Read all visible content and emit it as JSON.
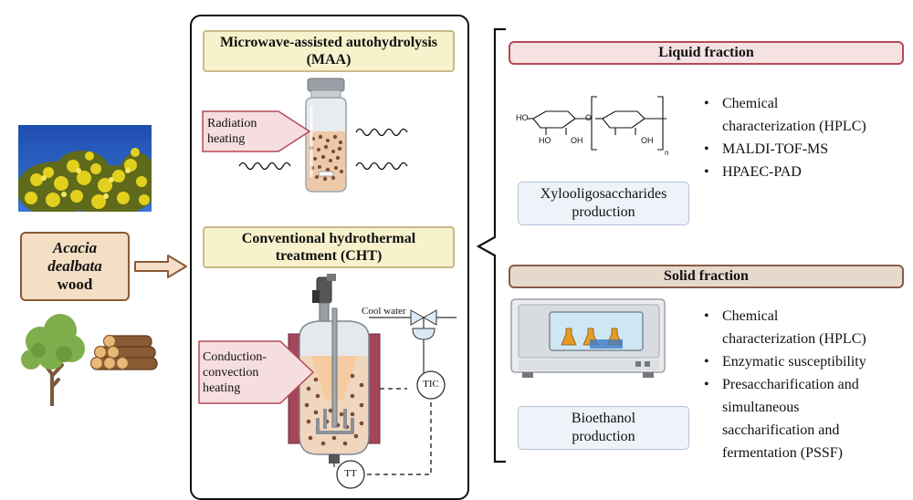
{
  "source": {
    "name_line1": "Acacia",
    "name_line2": "dealbata",
    "name_line3": "wood"
  },
  "pretreatments": {
    "maa": {
      "title_line1": "Microwave-assisted autohydrolysis",
      "title_line2": "(MAA)",
      "heating_line1": "Radiation",
      "heating_line2": "heating"
    },
    "cht": {
      "title_line1": "Conventional hydrothermal",
      "title_line2": "treatment (CHT)",
      "heating_line1": "Conduction-",
      "heating_line2": "convection",
      "heating_line3": "heating",
      "cool_water": "Cool water",
      "tic": "TIC",
      "tt": "TT"
    }
  },
  "liquid_fraction": {
    "header": "Liquid fraction",
    "structure_labels": {
      "ho1": "HO",
      "ho2": "HO",
      "oh1": "OH",
      "oh2": "OH",
      "o": "O",
      "n": "n"
    },
    "product_line1": "Xylooligosaccharides",
    "product_line2": "production",
    "analyses": [
      {
        "line1": "Chemical",
        "line2": "characterization (HPLC)"
      },
      {
        "line1": "MALDI-TOF-MS"
      },
      {
        "line1": "HPAEC-PAD"
      }
    ]
  },
  "solid_fraction": {
    "header": "Solid fraction",
    "product_line1": "Bioethanol",
    "product_line2": "production",
    "analyses": [
      {
        "line1": "Chemical",
        "line2": "characterization (HPLC)"
      },
      {
        "line1": "Enzymatic susceptibility"
      },
      {
        "line1": "Presaccharification and",
        "line2": "simultaneous",
        "line3": "saccharification and",
        "line4": "fermentation (PSSF)"
      }
    ]
  },
  "colors": {
    "wood_box": "#f4dfc4",
    "yellow_box": "#f7f2cc",
    "liquid_header": "#f6e1e3",
    "solid_header": "#e7d8cc",
    "product_box": "#eef2f9",
    "heating_arrow": "#f6dde0"
  }
}
